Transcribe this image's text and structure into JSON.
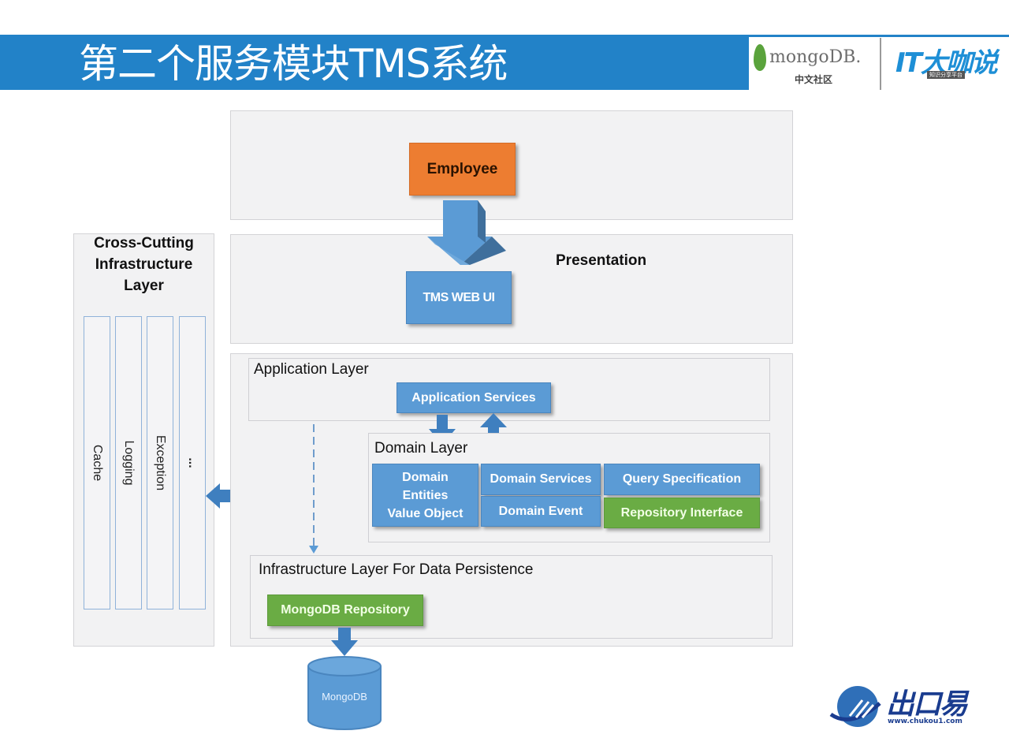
{
  "header": {
    "title": "第二个服务模块TMS系统",
    "accent_color": "#2282c8",
    "logos": {
      "mongodb": {
        "word": "mongoDB.",
        "subtitle": "中文社区"
      },
      "it_dakashuo": {
        "word": "IT大咖说",
        "subtitle": "知识分享平台"
      }
    }
  },
  "diagram": {
    "actor": {
      "label": "Employee",
      "color": "#ed7d31"
    },
    "presentation": {
      "title": "Presentation",
      "component": "TMS WEB  UI"
    },
    "cross_cutting": {
      "title_lines": [
        "Cross-Cutting",
        "Infrastructure",
        "Layer"
      ],
      "columns": [
        "Cache",
        "Logging",
        "Exception",
        "..."
      ]
    },
    "application_layer": {
      "title": "Application Layer",
      "component": "Application Services"
    },
    "domain_layer": {
      "title": "Domain Layer",
      "entities_lines": [
        "Domain",
        "Entities",
        "Value Object"
      ],
      "domain_services": "Domain Services",
      "domain_event": "Domain Event",
      "query_specification": "Query Specification",
      "repository_interface": "Repository Interface"
    },
    "infrastructure_layer": {
      "title": "Infrastructure Layer For Data Persistence",
      "component": "MongoDB Repository"
    },
    "database": {
      "label": "MongoDB"
    },
    "colors": {
      "blue": "#5b9bd5",
      "green": "#6aac44",
      "orange": "#ed7d31"
    }
  },
  "footer": {
    "brand": {
      "word": "出口易",
      "url": "www.chukou1.com"
    }
  }
}
